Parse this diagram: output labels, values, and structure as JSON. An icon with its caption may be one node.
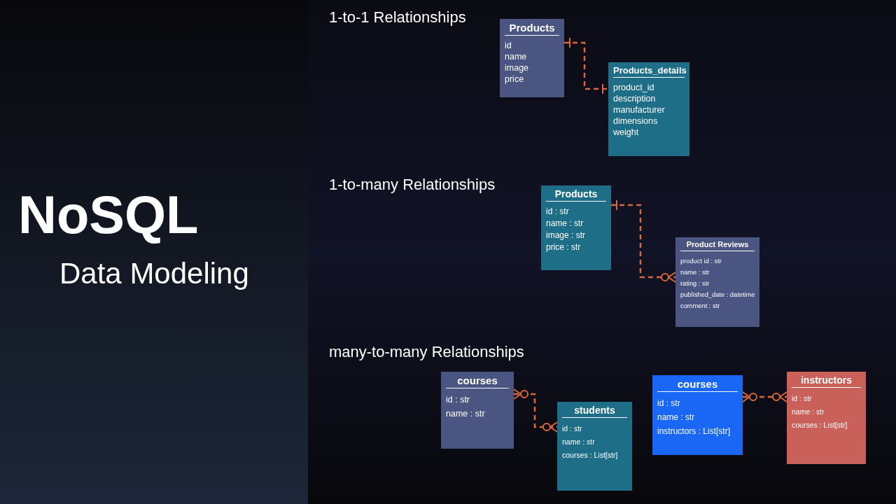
{
  "diagram": {
    "title": "NoSQL",
    "nodes": [
      {
        "text": [
          "Products",
          "id",
          "name",
          "image",
          "price"
        ]
      },
      {
        "text": [
          "Products_details",
          "product_id",
          "description",
          "manufacturer",
          "dimensions",
          "weight"
        ]
      },
      {
        "text": [
          "Products",
          "id : str",
          "name : str",
          "image : str",
          "price : str"
        ]
      },
      {
        "text": [
          "Product Reviews",
          "product id : str",
          "name : str",
          "rating : str",
          "published_date : datetime",
          "comment : str"
        ]
      },
      {
        "text": [
          "courses",
          "id : str",
          "name : str"
        ]
      },
      {
        "text": [
          "students",
          "id : str",
          "name : str",
          "courses : List[str]"
        ]
      },
      {
        "text": [
          "courses",
          "id : str",
          "name : str",
          "instructors : List[str]"
        ]
      },
      {
        "text": [
          "instructors",
          "id : str",
          "name : str",
          "courses : List[str]"
        ]
      }
    ],
    "edges": [
      {
        "from": 0,
        "to": 1,
        "arrow": "other",
        "style": "dashed"
      },
      {
        "from": 2,
        "to": 3,
        "arrow": "other",
        "style": "dashed"
      },
      {
        "from": 4,
        "to": 5,
        "arrow": "other",
        "style": "dashed"
      },
      {
        "from": 6,
        "to": 7,
        "arrow": "other",
        "style": "dashed"
      }
    ],
    "labels": [
      "Data Modeling",
      "1-to-1 Relationships",
      "1-to-many Relationships",
      "many-to-many Relationships"
    ]
  }
}
